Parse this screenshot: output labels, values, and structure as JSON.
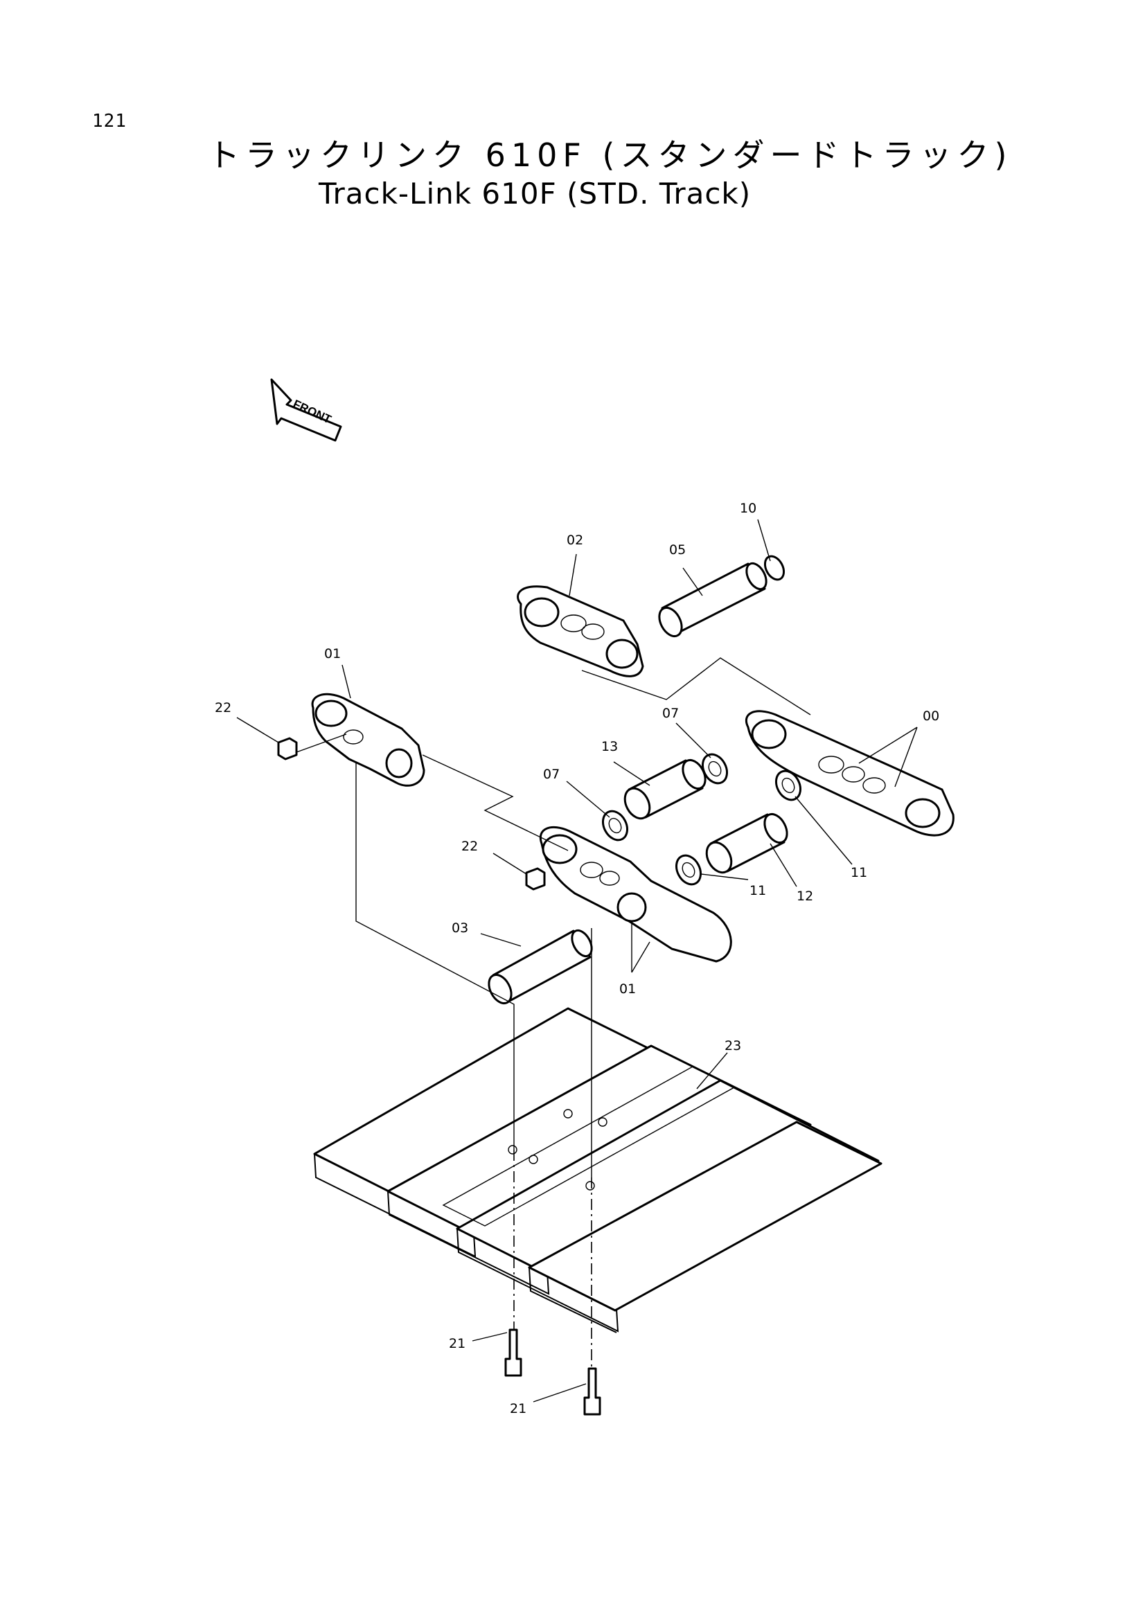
{
  "page_number": "121",
  "title_ja": "トラックリンク 610F (スタンダードトラック)",
  "title_en": "Track-Link 610F (STD. Track)",
  "front_label": "FRONT",
  "callouts": {
    "c00": "00",
    "c01_top": "01",
    "c01_bottom": "01",
    "c02": "02",
    "c03": "03",
    "c05": "05",
    "c07_left": "07",
    "c07_right": "07",
    "c10": "10",
    "c11_left": "11",
    "c11_right": "11",
    "c12": "12",
    "c13": "13",
    "c21_left": "21",
    "c21_right": "21",
    "c22_top": "22",
    "c22_mid": "22",
    "c23": "23"
  }
}
